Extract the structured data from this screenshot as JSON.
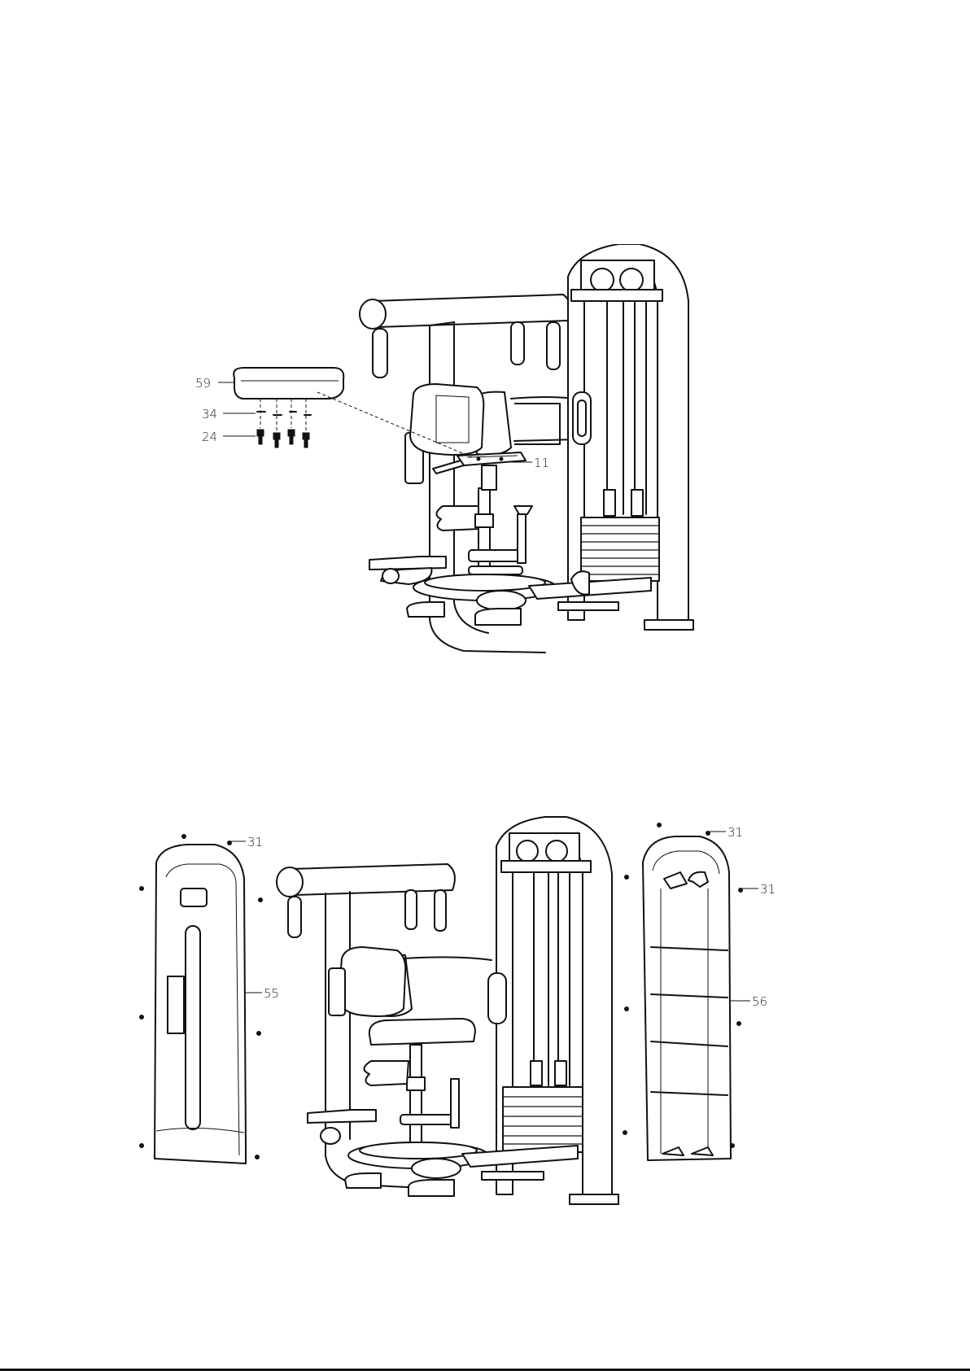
{
  "figures": [
    {
      "callouts": {
        "seat_pad": "59",
        "washer": "34",
        "bolt": "24",
        "seat_plate": "11"
      }
    },
    {
      "callouts": {
        "screw_left": "31",
        "left_cover": "55",
        "screw_right_top": "31",
        "screw_right_side": "31",
        "right_cover": "56"
      }
    }
  ]
}
